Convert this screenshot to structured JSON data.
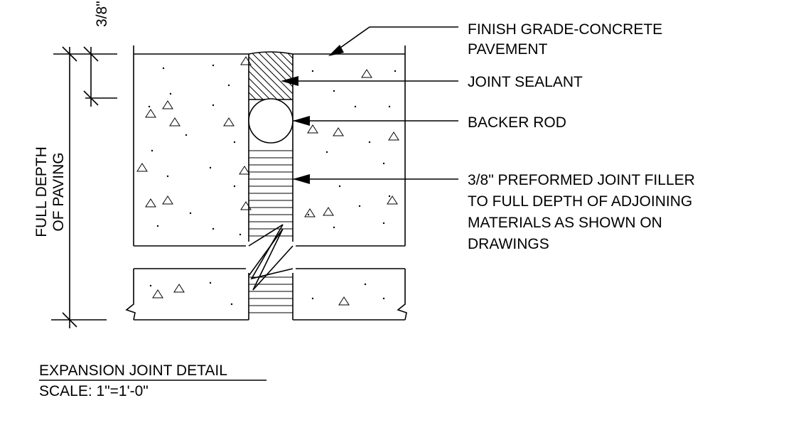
{
  "callouts": [
    {
      "lines": [
        "FINISH GRADE-CONCRETE",
        "PAVEMENT"
      ]
    },
    {
      "lines": [
        "JOINT SEALANT"
      ]
    },
    {
      "lines": [
        "BACKER ROD"
      ]
    },
    {
      "lines": [
        "3/8\" PREFORMED JOINT FILLER",
        "TO FULL DEPTH OF ADJOINING",
        "MATERIALS AS SHOWN ON",
        "DRAWINGS"
      ]
    }
  ],
  "dimensions": {
    "sealant_depth": "3/8\"",
    "full_depth_line1": "FULL DEPTH",
    "full_depth_line2": "OF PAVING"
  },
  "title_block": {
    "title": "EXPANSION JOINT DETAIL",
    "scale": "SCALE: 1\"=1'-0\""
  }
}
